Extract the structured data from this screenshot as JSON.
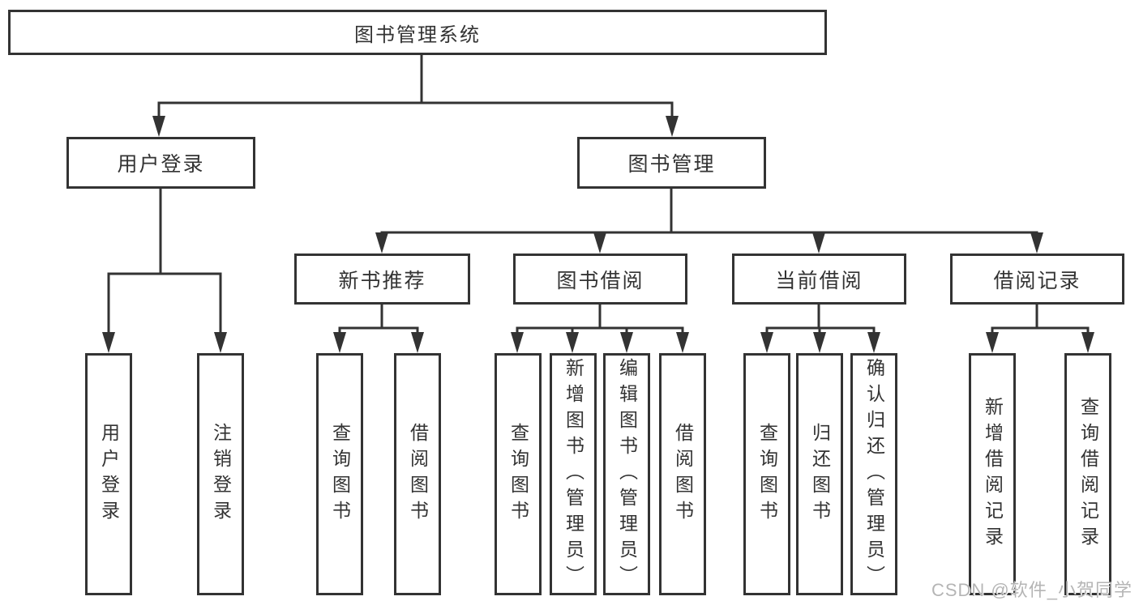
{
  "tree": {
    "label": "图书管理系统",
    "children": [
      {
        "label": "用户登录",
        "children": [
          {
            "label": "用户登录"
          },
          {
            "label": "注销登录"
          }
        ]
      },
      {
        "label": "图书管理",
        "children": [
          {
            "label": "新书推荐",
            "children": [
              {
                "label": "查询图书"
              },
              {
                "label": "借阅图书"
              }
            ]
          },
          {
            "label": "图书借阅",
            "children": [
              {
                "label": "查询图书"
              },
              {
                "label": "新增图书（管理员）"
              },
              {
                "label": "编辑图书（管理员）"
              },
              {
                "label": "借阅图书"
              }
            ]
          },
          {
            "label": "当前借阅",
            "children": [
              {
                "label": "查询图书"
              },
              {
                "label": "归还图书"
              },
              {
                "label": "确认归还（管理员）"
              }
            ]
          },
          {
            "label": "借阅记录",
            "children": [
              {
                "label": "新增借阅记录"
              },
              {
                "label": "查询借阅记录"
              }
            ]
          }
        ]
      }
    ]
  },
  "watermark": "CSDN @软件_小贺同学",
  "colors": {
    "line": "#333333",
    "border": "#333333",
    "text": "#333333",
    "background": "#ffffff",
    "watermark": "#b5b5b5"
  }
}
